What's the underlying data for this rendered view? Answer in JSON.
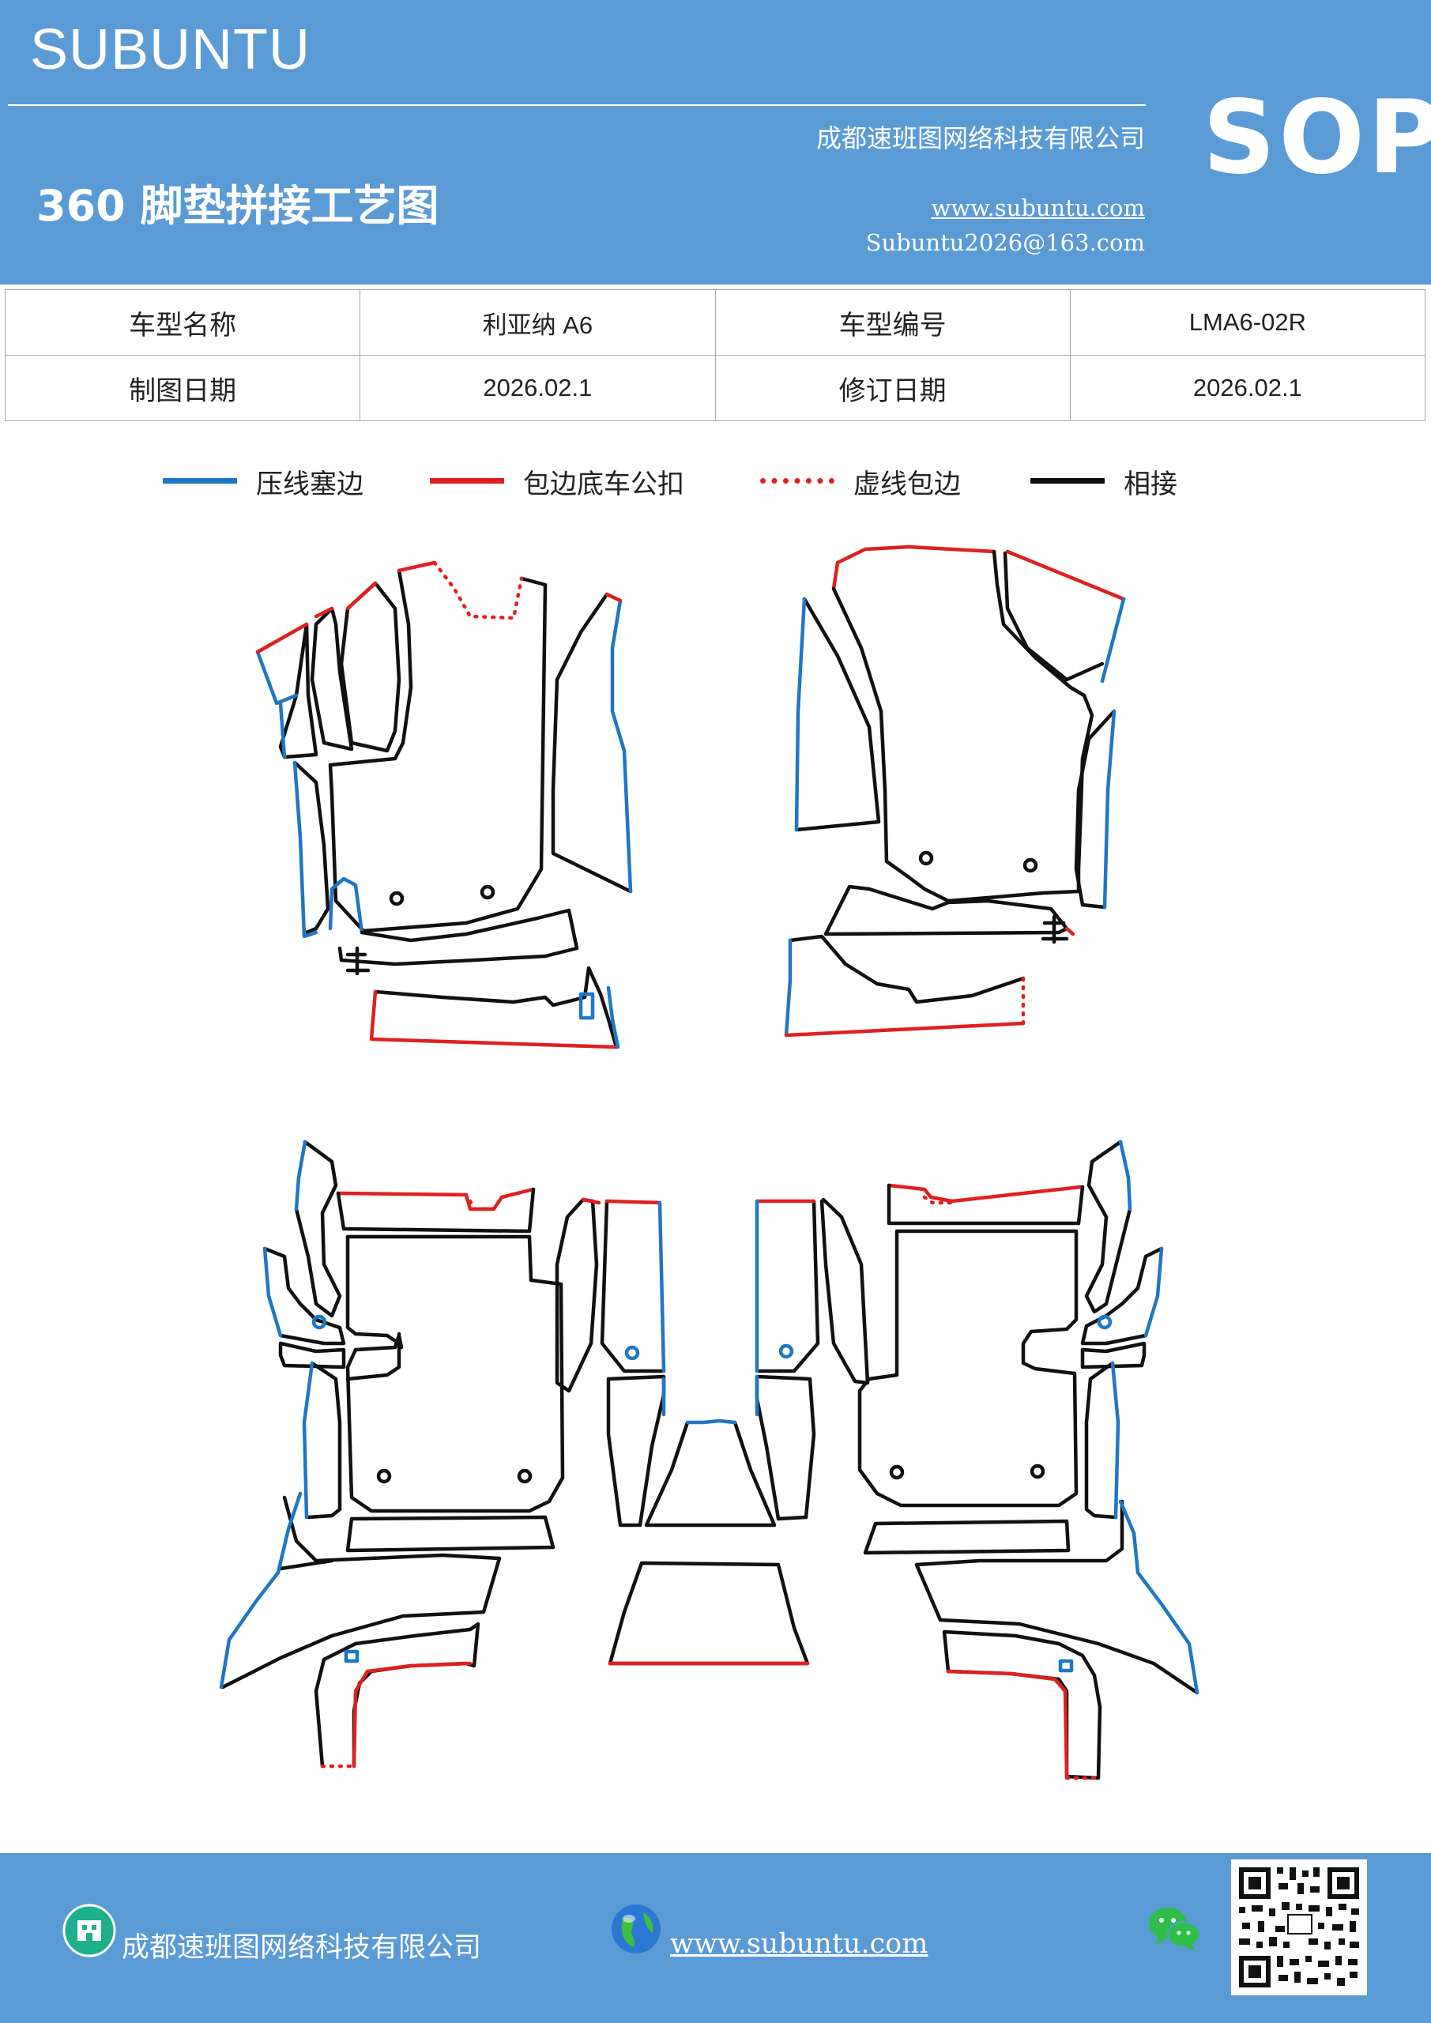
{
  "header": {
    "brand": "SUBUNTU",
    "company": "成都速班图网络科技有限公司",
    "title": "360 脚垫拼接工艺图",
    "website": "www.subuntu.com",
    "email": "Subuntu2026@163.com",
    "badge": "SOP"
  },
  "info_table": {
    "rows": [
      [
        "车型名称",
        "利亚纳 A6",
        "车型编号",
        "LMA6-02R"
      ],
      [
        "制图日期",
        "2026.02.1",
        "修订日期",
        "2026.02.1"
      ]
    ]
  },
  "legend": [
    {
      "label": "压线塞边",
      "color": "#1f77c4",
      "style": "solid"
    },
    {
      "label": "包边底车公扣",
      "color": "#e02020",
      "style": "solid"
    },
    {
      "label": "虚线包边",
      "color": "#e02020",
      "style": "dotted"
    },
    {
      "label": "相接",
      "color": "#111111",
      "style": "solid"
    }
  ],
  "footer": {
    "company": "成都速班图网络科技有限公司",
    "website": "www.subuntu.com",
    "icons": [
      "building-icon",
      "globe-icon",
      "wechat-icon",
      "qr-code"
    ]
  }
}
